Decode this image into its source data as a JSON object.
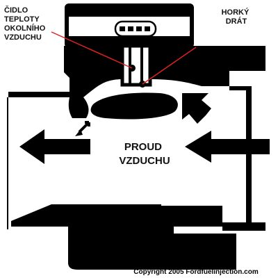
{
  "labels": {
    "temp_sensor": [
      "ČIDLO",
      "TEPLOTY",
      "OKOLNÍHO",
      "VZDUCHU"
    ],
    "hot_wire": [
      "HORKÝ",
      "DRÁT"
    ],
    "airflow": [
      "PROUD",
      "VZDUCHU"
    ]
  },
  "copyright": "Copyright 2005 Fordfuelinjection.com",
  "colors": {
    "body": "#000000",
    "background": "#ffffff",
    "leader": "#dd2222"
  }
}
